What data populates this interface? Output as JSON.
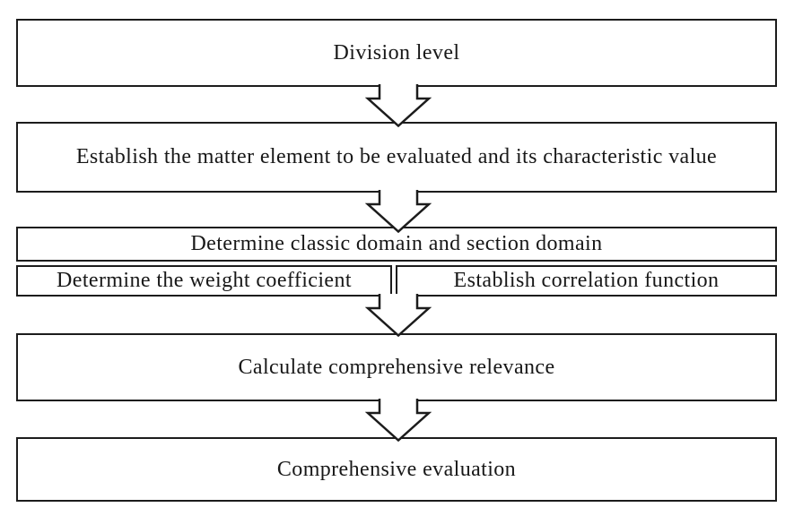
{
  "figure": {
    "type": "flowchart",
    "background_color": "#ffffff",
    "border_color": "#1c1c1c",
    "text_color": "#181818",
    "nodes": {
      "division_level": "Division level",
      "matter_element": "Establish the matter element to be evaluated and its characteristic value",
      "domains": "Determine classic domain and section domain",
      "weight_coefficient": "Determine the weight coefficient",
      "correlation_function": "Establish correlation function",
      "comprehensive_relevance": "Calculate comprehensive relevance",
      "comprehensive_evaluation": "Comprehensive evaluation"
    },
    "connectors": [
      {
        "name": "arrow-1",
        "shape": "hollow-block-down-arrow",
        "from": "division_level",
        "to": "matter_element"
      },
      {
        "name": "arrow-2",
        "shape": "hollow-block-down-arrow",
        "from": "matter_element",
        "to": "domains"
      },
      {
        "name": "arrow-3",
        "shape": "hollow-block-down-arrow",
        "from": "weight_coefficient_and_correlation_function",
        "to": "comprehensive_relevance"
      },
      {
        "name": "arrow-4",
        "shape": "hollow-block-down-arrow",
        "from": "comprehensive_relevance",
        "to": "comprehensive_evaluation"
      }
    ]
  }
}
